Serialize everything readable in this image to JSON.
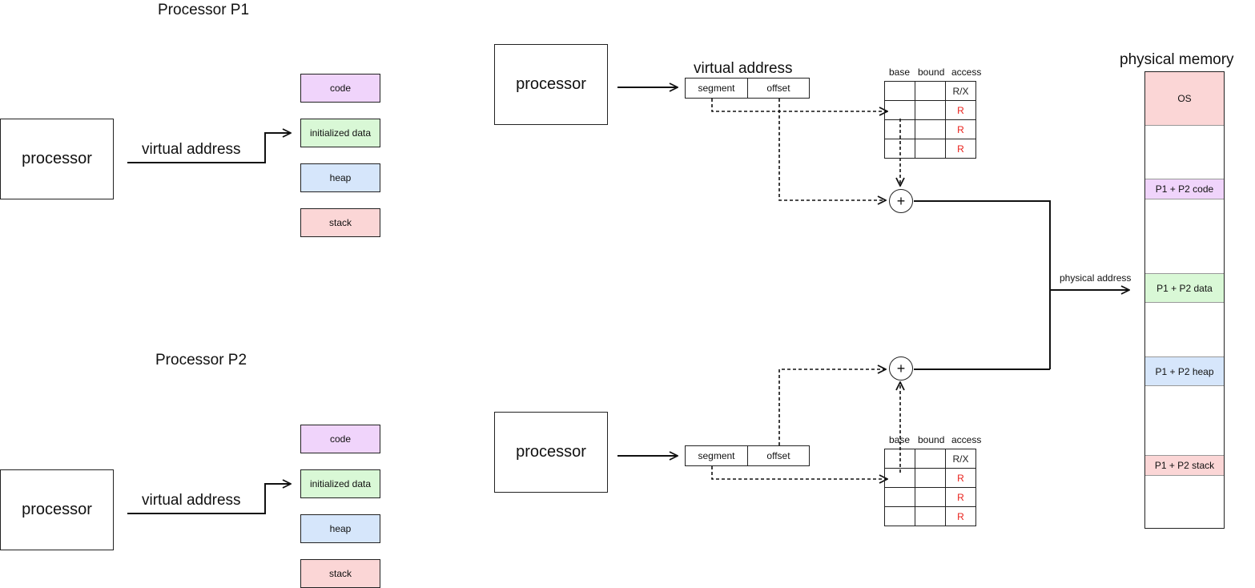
{
  "p1": {
    "title": "Processor P1",
    "processor": "processor",
    "virtual_address": "virtual address",
    "segments": [
      "code",
      "initialized data",
      "heap",
      "stack"
    ]
  },
  "p2": {
    "title": "Processor P2",
    "processor": "processor",
    "virtual_address": "virtual address",
    "segments": [
      "code",
      "initialized data",
      "heap",
      "stack"
    ]
  },
  "translation_top": {
    "processor": "processor",
    "virtual_address": "virtual address",
    "segment_field": "segment",
    "offset_field": "offset",
    "headers": [
      "base",
      "bound",
      "access"
    ],
    "access": [
      "R/X",
      "R",
      "R",
      "R"
    ],
    "adder": "+"
  },
  "translation_bottom": {
    "processor": "processor",
    "segment_field": "segment",
    "offset_field": "offset",
    "headers": [
      "base",
      "bound",
      "access"
    ],
    "access": [
      "R/X",
      "R",
      "R",
      "R"
    ],
    "adder": "+"
  },
  "physical_address_label": "physical address",
  "physical_memory": {
    "title": "physical memory",
    "segments": [
      "OS",
      "P1 + P2 code",
      "P1 + P2 data",
      "P1 + P2 heap",
      "P1 + P2 stack"
    ]
  },
  "colors": {
    "code": "#f0d4fb",
    "data": "#d9f8d6",
    "heap": "#d6e6fb",
    "stack": "#fbd6d6",
    "os": "#fbd6d6",
    "access_red": "#e8201a"
  }
}
